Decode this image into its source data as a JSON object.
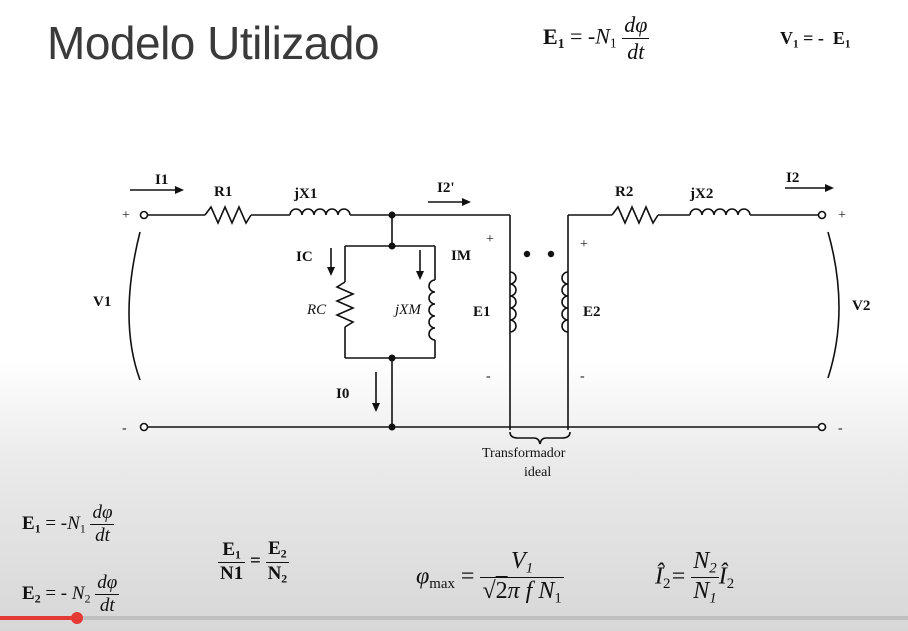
{
  "title": "Modelo Utilizado",
  "header_eqs": {
    "e1": "E1 = -N1 dφ/dt",
    "v1": "V1 = - E1"
  },
  "circuit_labels": {
    "i1": "I1",
    "r1": "R1",
    "jx1": "jX1",
    "i2p": "I2'",
    "r2": "R2",
    "jx2": "jX2",
    "i2": "I2",
    "ic": "IC",
    "im": "IM",
    "rc": "RC",
    "jxm": "jXM",
    "e1": "E1",
    "e2": "E2",
    "v1": "V1",
    "v2": "V2",
    "i0": "I0",
    "transformador": "Transformador",
    "ideal": "ideal",
    "plus": "+",
    "minus": "-"
  },
  "bottom_eqs": {
    "e1": "E1 = -N1 dφ/dt",
    "e2": "E2 = - N2 dφ/dt",
    "ratio": "E1/N1 = E2/N2",
    "phimax": "φmax = V1/(√2 π f N1)",
    "i2p": "Î'2 = (N2/N1) Î2"
  },
  "video_progress": 0.085,
  "colors": {
    "progress": "#e53935",
    "title": "#3a3a3a"
  }
}
